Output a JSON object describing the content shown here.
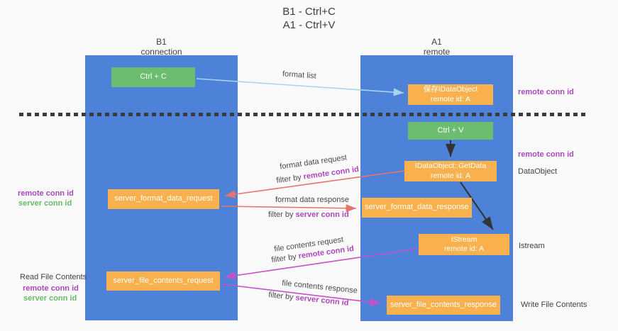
{
  "title": {
    "line1": "B1 - Ctrl+C",
    "line2": "A1 - Ctrl+V"
  },
  "columns": {
    "left": {
      "name": "B1",
      "role": "connection"
    },
    "right": {
      "name": "A1",
      "role": "remote"
    }
  },
  "boxes": {
    "ctrl_c": {
      "label": "Ctrl + C"
    },
    "save_idataobject": {
      "line1": "保存IDataObject",
      "line2": "remote id: A"
    },
    "ctrl_v": {
      "label": "Ctrl + V"
    },
    "getdata": {
      "line1": "IDataObject::GetData",
      "line2": "remote id: A"
    },
    "server_format_data_request": {
      "label": "server_format_data_request"
    },
    "server_format_data_response": {
      "label": "server_format_data_response"
    },
    "istream": {
      "line1": "IStream",
      "line2": "remote id: A"
    },
    "server_file_contents_request": {
      "label": "server_file_contents_request"
    },
    "server_file_contents_response": {
      "label": "server_file_contents_response"
    }
  },
  "arrows": {
    "format_list": {
      "label": "format list"
    },
    "format_data_request": {
      "label": "format data request",
      "filter_prefix": "filter by",
      "filter_key": "remote conn id"
    },
    "format_data_response": {
      "label": "format data response",
      "filter_prefix": "filter by",
      "filter_key": "server conn id"
    },
    "file_contents_request": {
      "label": "file contents request",
      "filter_prefix": "filter by",
      "filter_key": "remote conn id"
    },
    "file_contents_response": {
      "label": "file contents response",
      "filter_prefix": "filter by",
      "filter_key": "server conn id"
    }
  },
  "side_labels": {
    "remote_conn_id_top": "remote conn id",
    "remote_conn_id_mid": "remote conn id",
    "dataobject": "DataObject",
    "istream": "Istream",
    "write_file_contents": "Write File Contents",
    "read_file_contents": "Read File Contents",
    "left_mid_purple": "remote conn id",
    "left_mid_green": "server conn id",
    "left_bottom_purple": "remote conn id",
    "left_bottom_green": "server conn id"
  },
  "colors": {
    "background": "#fafafa",
    "lifeline_blue": "#4d82d8",
    "box_green": "#6cbd70",
    "box_orange": "#f9b14d",
    "label_purple": "#ab47bc",
    "label_green": "#66bb6a",
    "arrow_red": "#e8746e",
    "arrow_magenta": "#c94fc9",
    "arrow_lightblue": "#a8d4f0",
    "arrow_black": "#333333",
    "dash_line": "#3b3b3b"
  }
}
